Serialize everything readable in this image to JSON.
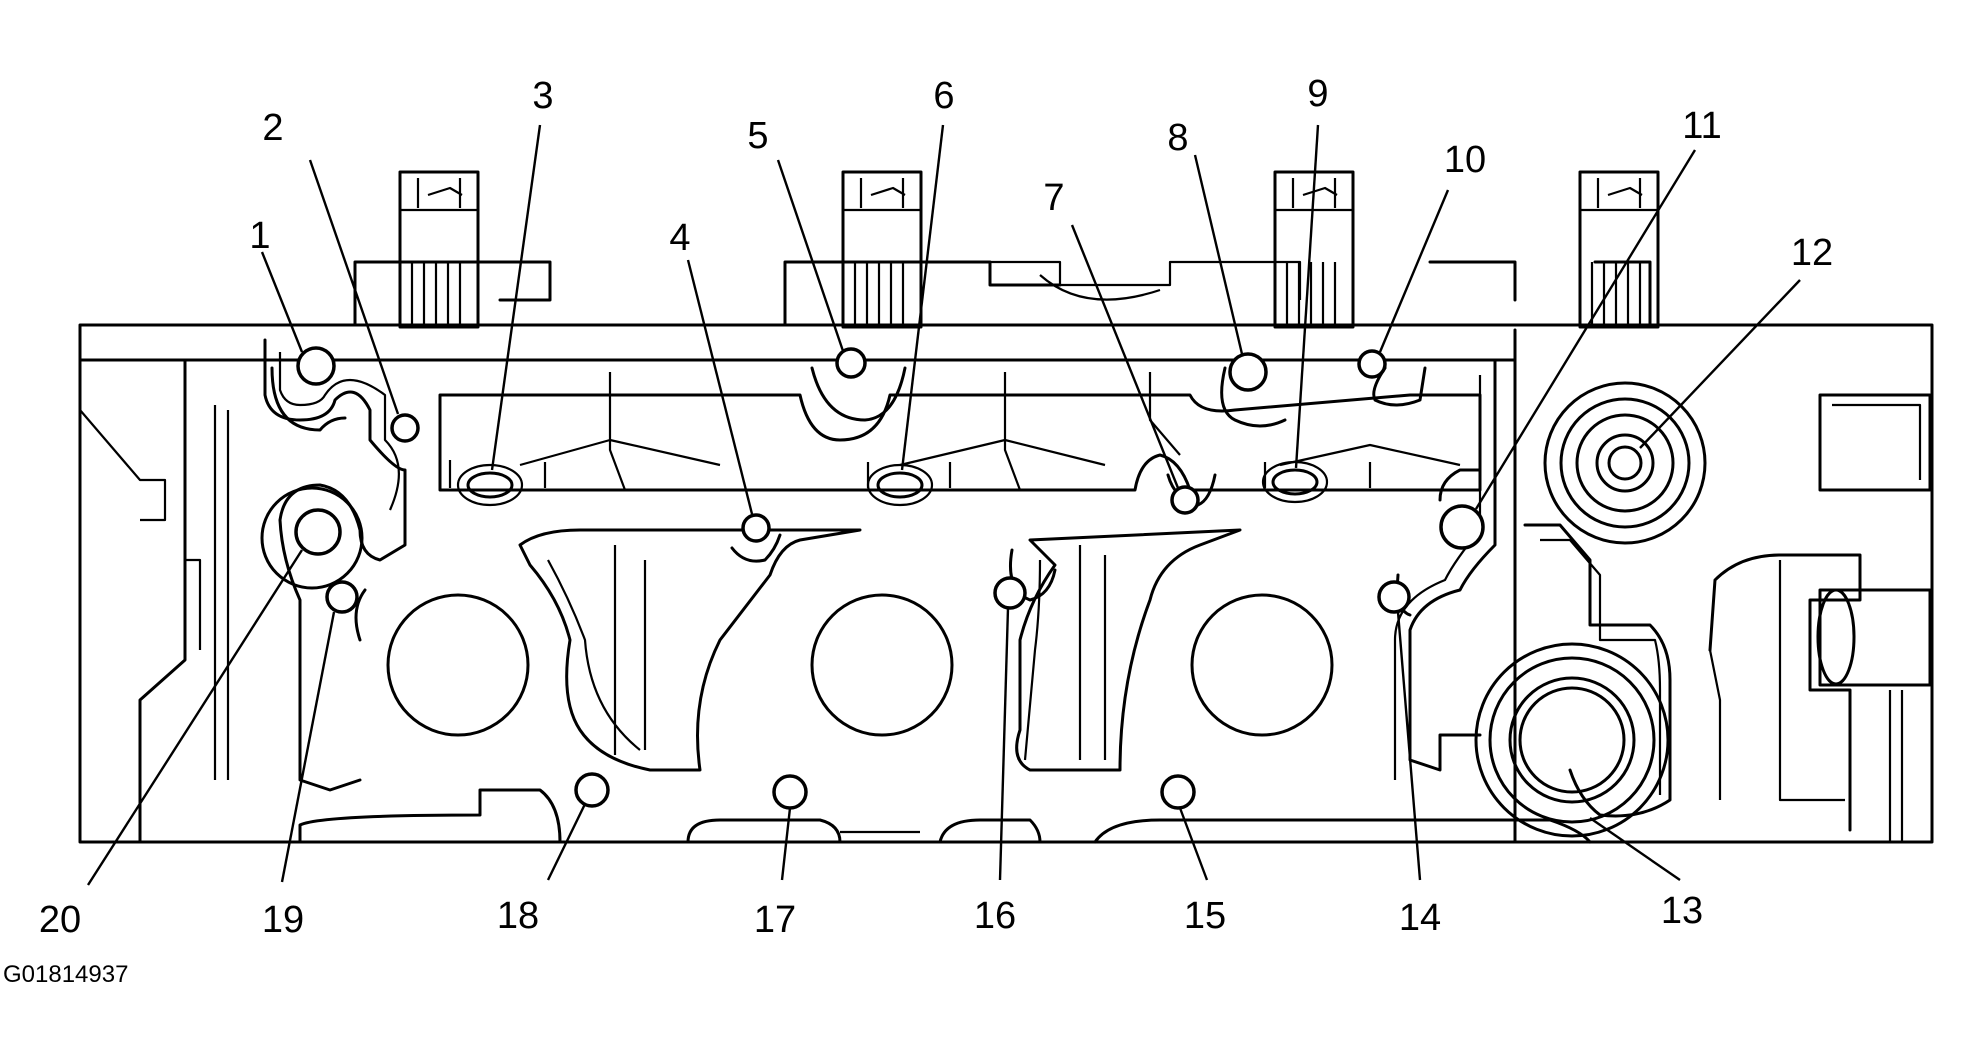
{
  "callouts": [
    {
      "id": "1",
      "label": "1"
    },
    {
      "id": "2",
      "label": "2"
    },
    {
      "id": "3",
      "label": "3"
    },
    {
      "id": "4",
      "label": "4"
    },
    {
      "id": "5",
      "label": "5"
    },
    {
      "id": "6",
      "label": "6"
    },
    {
      "id": "7",
      "label": "7"
    },
    {
      "id": "8",
      "label": "8"
    },
    {
      "id": "9",
      "label": "9"
    },
    {
      "id": "10",
      "label": "10"
    },
    {
      "id": "11",
      "label": "11"
    },
    {
      "id": "12",
      "label": "12"
    },
    {
      "id": "13",
      "label": "13"
    },
    {
      "id": "14",
      "label": "14"
    },
    {
      "id": "15",
      "label": "15"
    },
    {
      "id": "16",
      "label": "16"
    },
    {
      "id": "17",
      "label": "17"
    },
    {
      "id": "18",
      "label": "18"
    },
    {
      "id": "19",
      "label": "19"
    },
    {
      "id": "20",
      "label": "20"
    }
  ],
  "figure_id": "G01814937",
  "colors": {
    "line": "#000000",
    "background": "#ffffff"
  }
}
